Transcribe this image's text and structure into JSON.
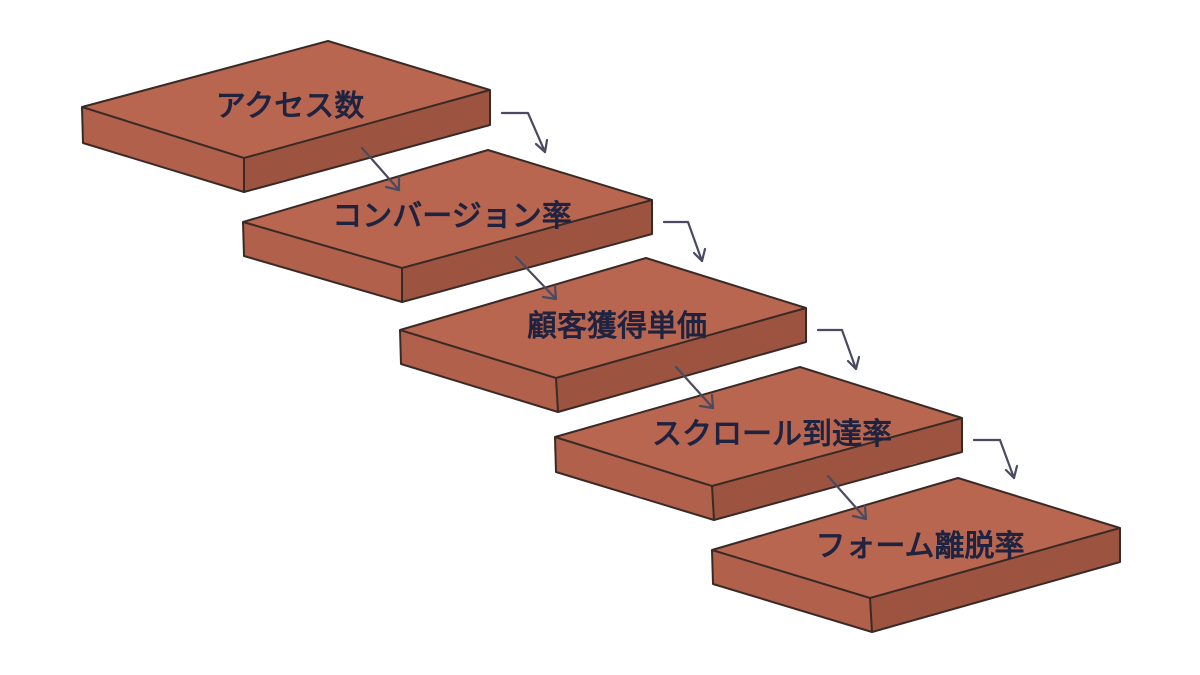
{
  "diagram": {
    "colors": {
      "top": "#b8664f",
      "front": "#b0614c",
      "side": "#9c5241",
      "outline": "#3a2a26",
      "arrow": "#4a4a60",
      "text": "#1f2340"
    },
    "steps": [
      {
        "label": "アクセス数"
      },
      {
        "label": "コンバージョン率"
      },
      {
        "label": "顧客獲得単価"
      },
      {
        "label": "スクロール到達率"
      },
      {
        "label": "フォーム離脱率"
      }
    ]
  }
}
